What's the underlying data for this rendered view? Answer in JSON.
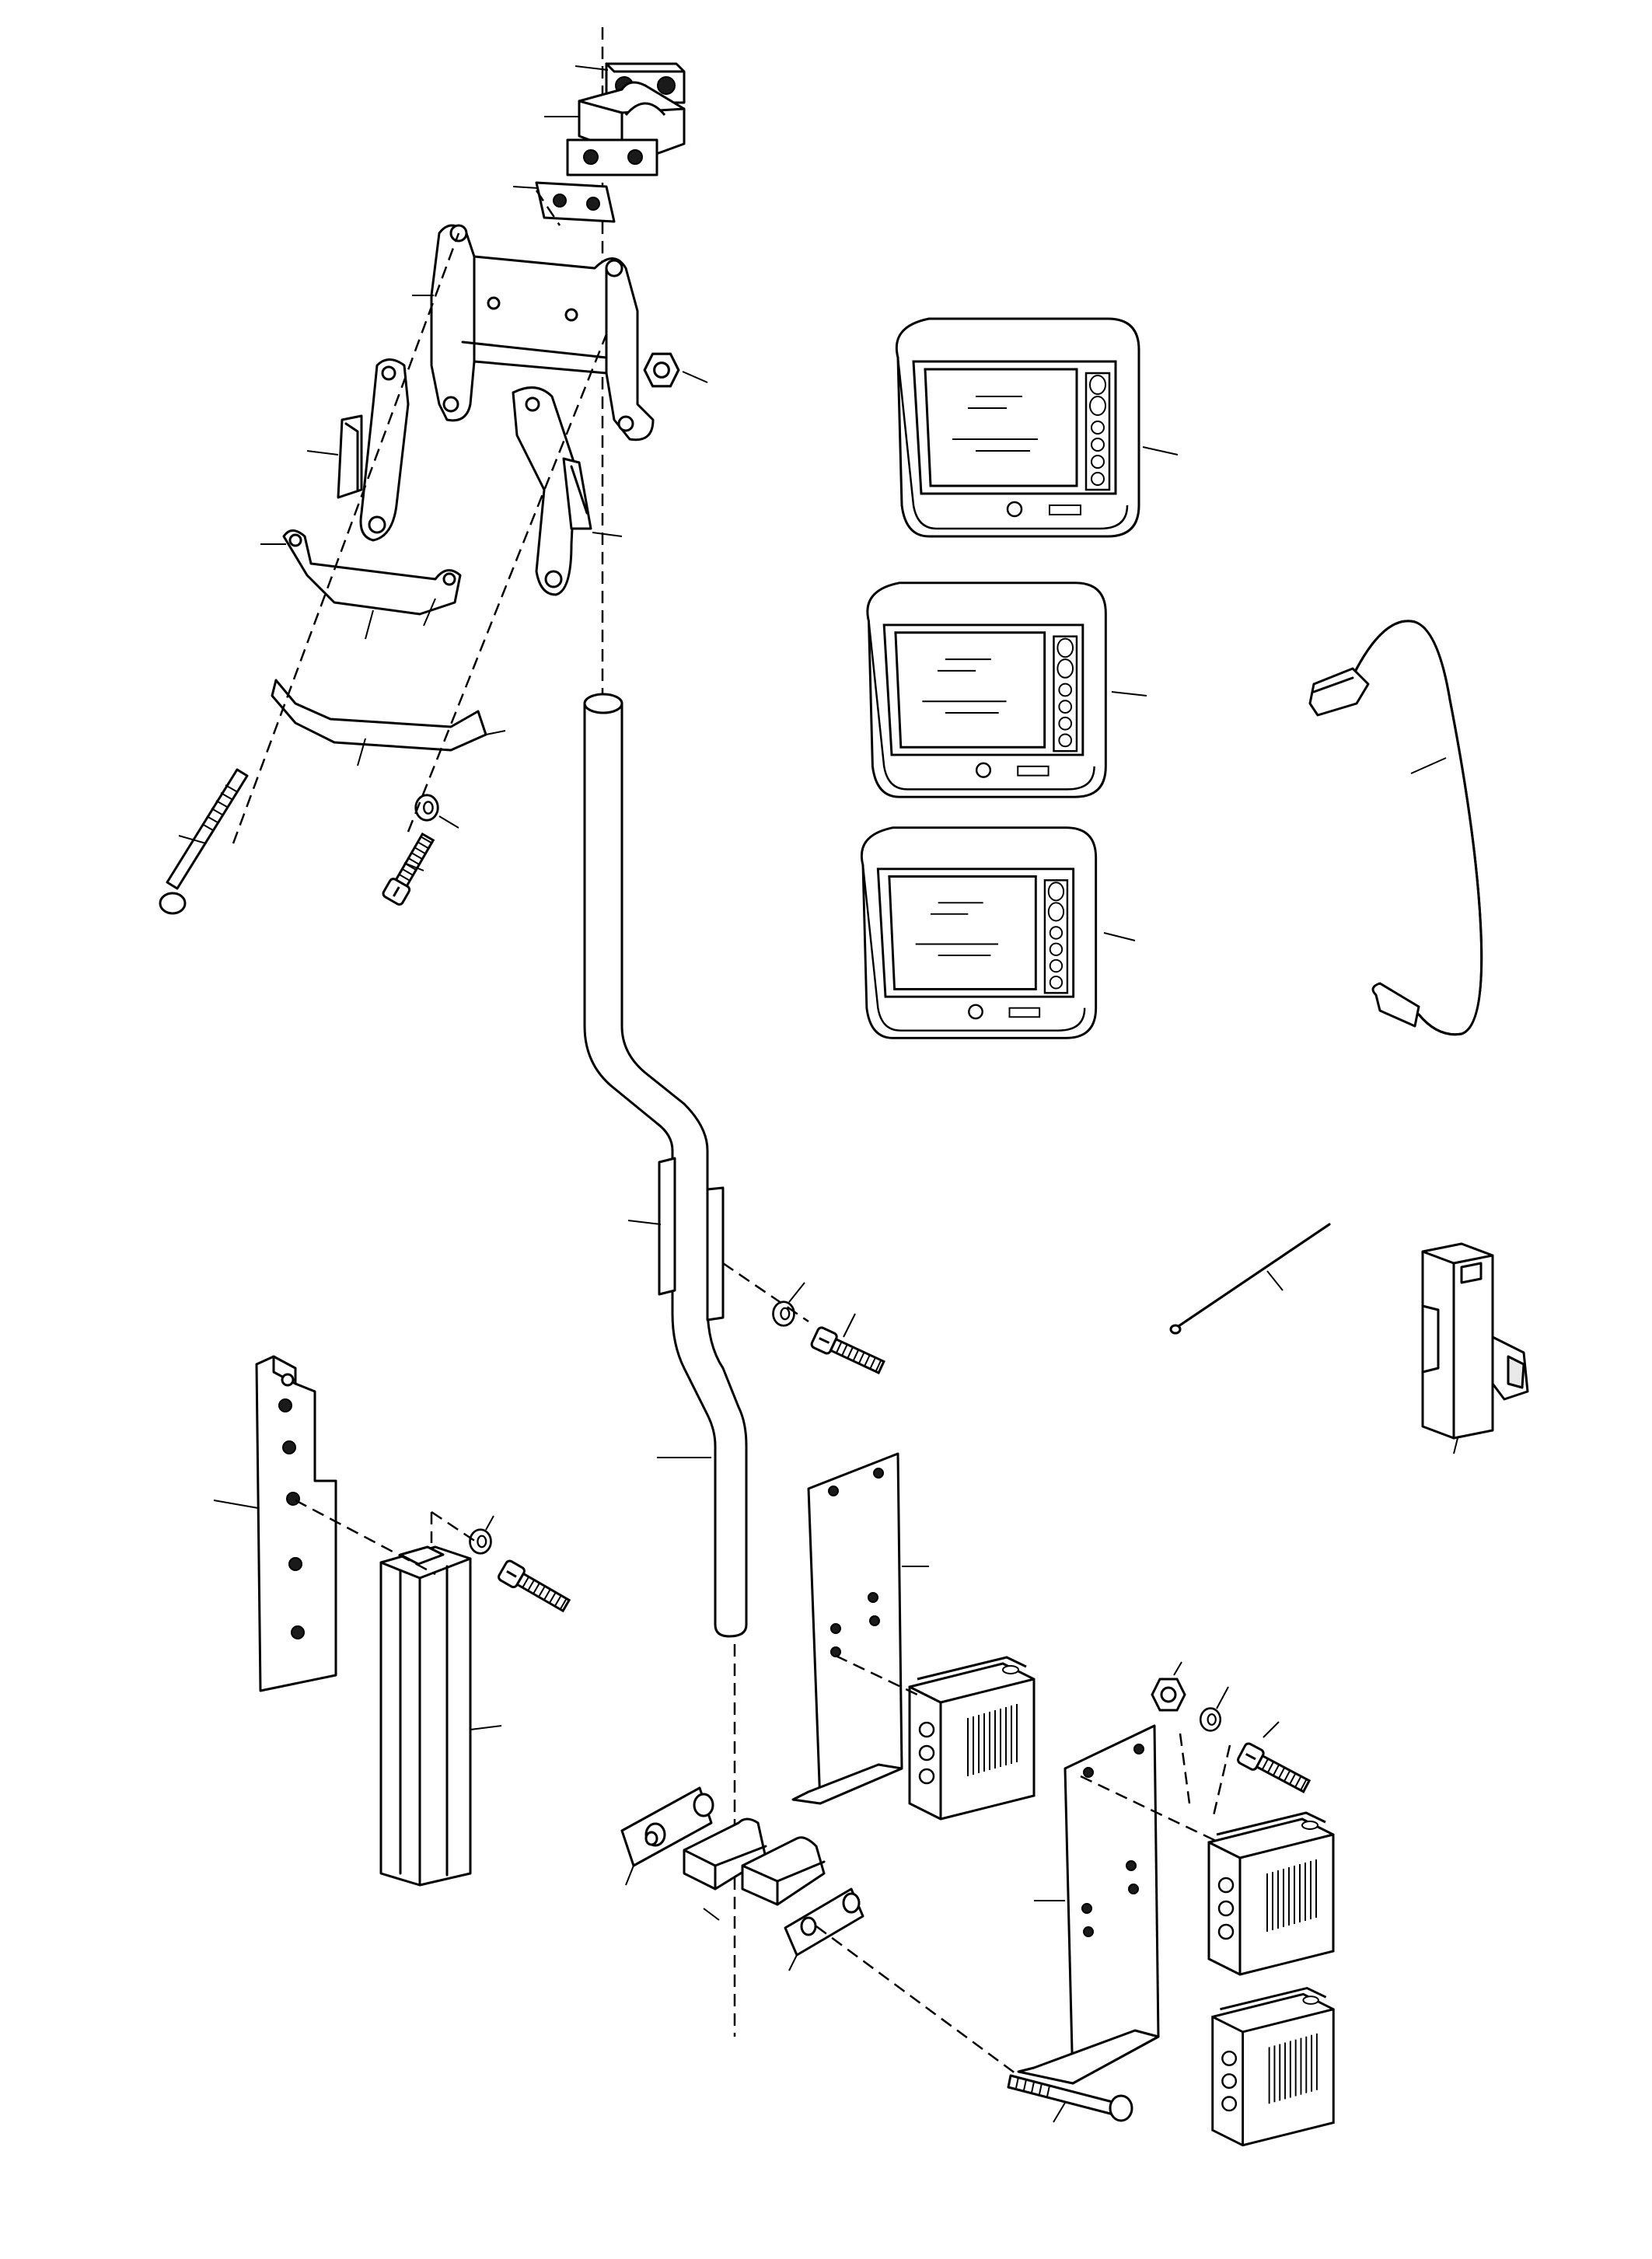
{
  "diagram": {
    "kind": "exploded-parts-drawing",
    "line_color": "#000000",
    "background": "#ffffff",
    "parts": [
      "top-clamp-plate",
      "split-clamp",
      "lower-clamp-plate",
      "main-mounting-bracket",
      "hex-nut",
      "left-tab-bracket",
      "right-tab-bracket",
      "u-strap-bracket",
      "curved-strap",
      "long-bolt",
      "washer",
      "cap-screw",
      "offset-tube",
      "monitor",
      "monitor",
      "monitor",
      "monitor-cable",
      "wire",
      "circuit-breaker",
      "hole-plate",
      "square-post",
      "control-box-plate",
      "control-box",
      "control-box",
      "control-box",
      "lower-clamp-pair"
    ]
  }
}
